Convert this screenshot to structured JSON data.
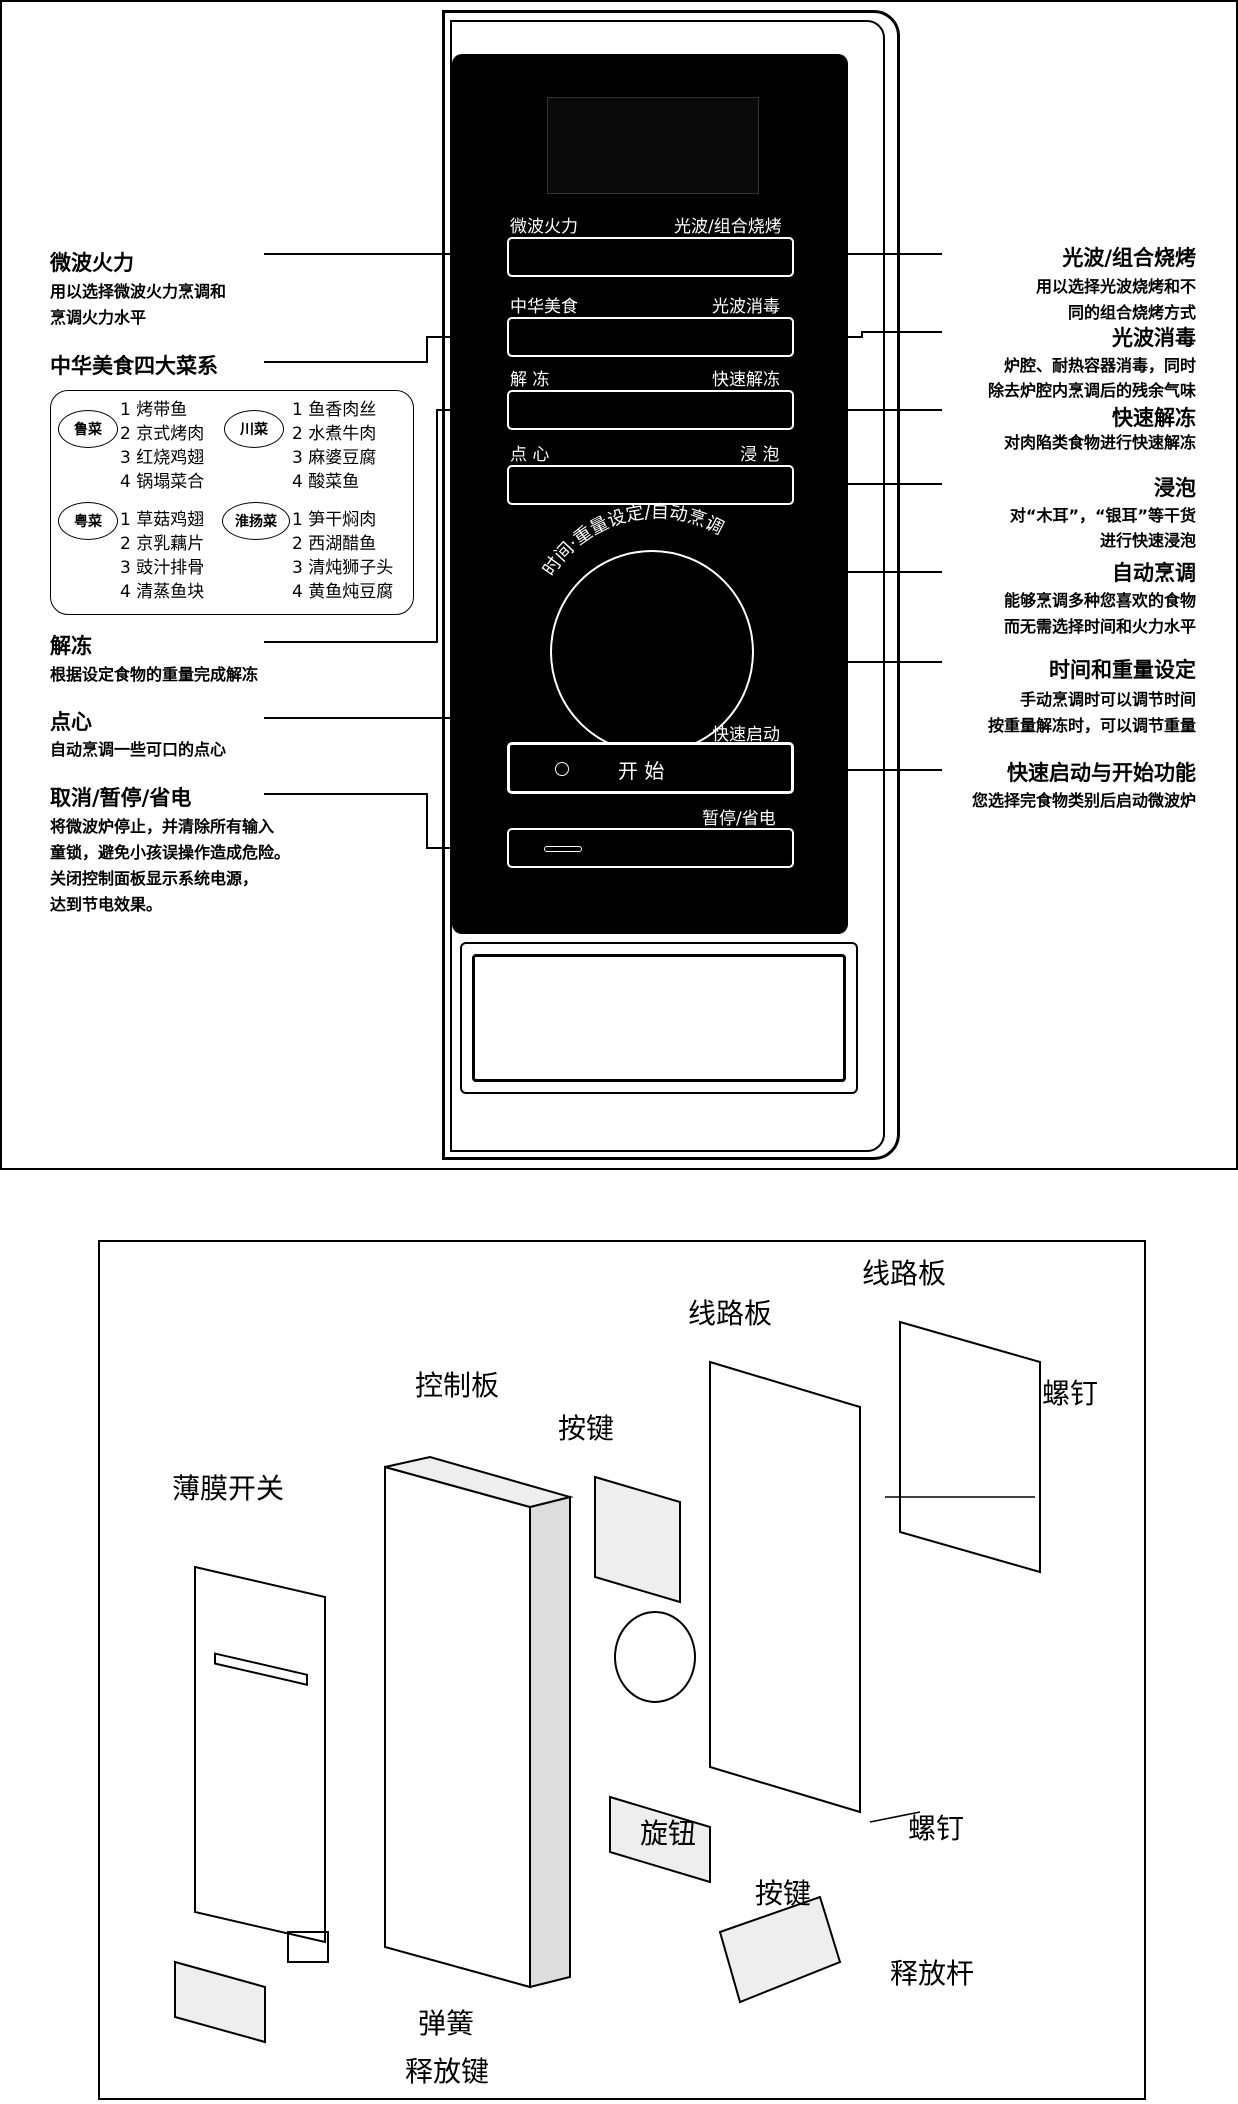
{
  "panel": {
    "labels": {
      "wave_power": "微波火力",
      "light_combo": "光波/组合烧烤",
      "chinese_food": "中华美食",
      "light_disinfect": "光波消毒",
      "defrost": "解 冻",
      "quick_defrost": "快速解冻",
      "snack": "点 心",
      "soak": "浸 泡",
      "dial_arc": "时间·重量设定/自动烹调",
      "quick_start": "快速启动",
      "start_button": "开 始",
      "pause": "暂停/省电"
    }
  },
  "left_callouts": {
    "wave_power": {
      "title": "微波火力",
      "lines": [
        "用以选择微波火力烹调和",
        "烹调火力水平"
      ]
    },
    "cuisines": {
      "title": "中华美食四大菜系"
    },
    "defrost": {
      "title": "解冻",
      "lines": [
        "根据设定食物的重量完成解冻"
      ]
    },
    "snack": {
      "title": "点心",
      "lines": [
        "自动烹调一些可口的点心"
      ]
    },
    "cancel": {
      "title": "取消/暂停/省电",
      "lines": [
        "将微波炉停止，并清除所有输入",
        "童锁，避免小孩误操作造成危险。",
        "关闭控制面板显示系统电源，",
        "达到节电效果。"
      ]
    }
  },
  "cuisine_menu": {
    "lu": {
      "name": "鲁菜",
      "items": [
        "1 烤带鱼",
        "2 京式烤肉",
        "3 红烧鸡翅",
        "4 锅塌菜合"
      ]
    },
    "chuan": {
      "name": "川菜",
      "items": [
        "1 鱼香肉丝",
        "2 水煮牛肉",
        "3 麻婆豆腐",
        "4 酸菜鱼"
      ]
    },
    "yue": {
      "name": "粤菜",
      "items": [
        "1 草菇鸡翅",
        "2 京乳藕片",
        "3 豉汁排骨",
        "4 清蒸鱼块"
      ]
    },
    "huaiyang": {
      "name": "淮扬菜",
      "items": [
        "1 笋干焖肉",
        "2 西湖醋鱼",
        "3 清炖狮子头",
        "4 黄鱼炖豆腐"
      ]
    }
  },
  "right_callouts": {
    "light_combo": {
      "title": "光波/组合烧烤",
      "lines": [
        "用以选择光波烧烤和不",
        "同的组合烧烤方式"
      ]
    },
    "light_disinfect": {
      "title": "光波消毒",
      "lines": [
        "炉腔、耐热容器消毒，同时",
        "除去炉腔内烹调后的残余气味"
      ]
    },
    "quick_defrost": {
      "title": "快速解冻",
      "lines": [
        "对肉陷类食物进行快速解冻"
      ]
    },
    "soak": {
      "title": "浸泡",
      "lines": [
        "对“木耳”，“银耳”等干货",
        "进行快速浸泡"
      ]
    },
    "auto_cook": {
      "title": "自动烹调",
      "lines": [
        "能够烹调多种您喜欢的食物",
        "而无需选择时间和火力水平"
      ]
    },
    "time_weight": {
      "title": "时间和重量设定",
      "lines": [
        "手动烹调时可以调节时间",
        "按重量解冻时，可以调节重量"
      ]
    },
    "quick_start": {
      "title": "快速启动与开始功能",
      "lines": [
        "您选择完食物类别后启动微波炉"
      ]
    }
  },
  "exploded_view": {
    "labels": {
      "circuit_board_1": "线路板",
      "circuit_board_2": "线路板",
      "screw_1": "螺钉",
      "screw_2": "螺钉",
      "control_board": "控制板",
      "keys_1": "按键",
      "keys_2": "按键",
      "membrane_switch": "薄膜开关",
      "knob": "旋钮",
      "release_lever": "释放杆",
      "spring": "弹簧",
      "release_key": "释放键"
    }
  }
}
